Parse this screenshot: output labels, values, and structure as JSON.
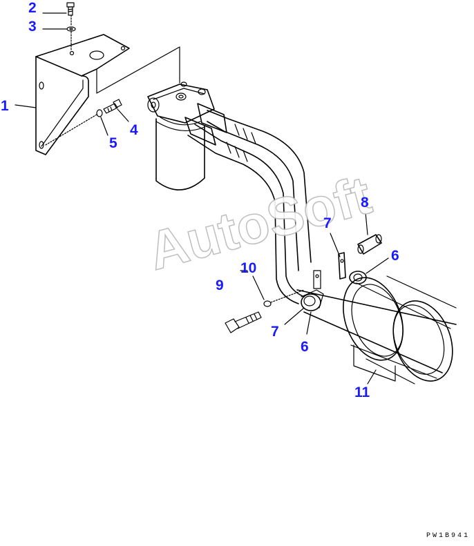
{
  "colors": {
    "callout": "#1a1aff",
    "line": "#000000"
  },
  "callouts": [
    {
      "id": "c2",
      "label": "2"
    },
    {
      "id": "c3",
      "label": "3"
    },
    {
      "id": "c1",
      "label": "1"
    },
    {
      "id": "c4",
      "label": "4"
    },
    {
      "id": "c5",
      "label": "5"
    },
    {
      "id": "c8",
      "label": "8"
    },
    {
      "id": "c7a",
      "label": "7"
    },
    {
      "id": "c6a",
      "label": "6"
    },
    {
      "id": "c10",
      "label": "10"
    },
    {
      "id": "c9",
      "label": "9"
    },
    {
      "id": "c7b",
      "label": "7"
    },
    {
      "id": "c6b",
      "label": "6"
    },
    {
      "id": "c11",
      "label": "11"
    }
  ],
  "watermark": "AutoSoft",
  "drawing_code": "PW1B941"
}
